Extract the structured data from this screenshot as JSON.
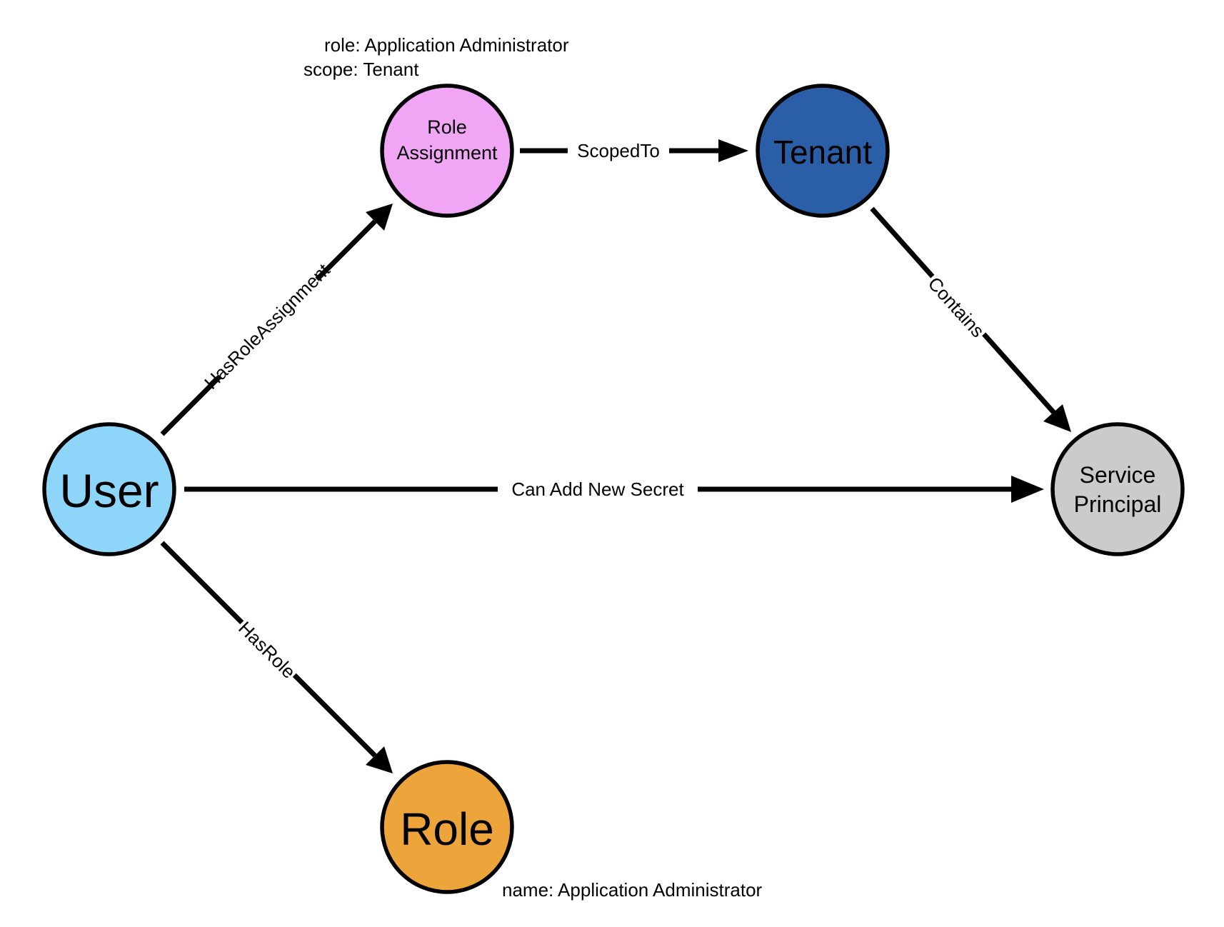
{
  "nodes": {
    "user": {
      "label": "User",
      "color": "#8dd6f9"
    },
    "role_assignment": {
      "label_line1": "Role",
      "label_line2": "Assignment",
      "color": "#f0a5f5",
      "properties": [
        "role: Application Administrator",
        "scope: Tenant"
      ]
    },
    "tenant": {
      "label": "Tenant",
      "color": "#2a5fa8",
      "text_color": "#ffffff"
    },
    "service_principal": {
      "label_line1": "Service",
      "label_line2": "Principal",
      "color": "#cbcbcb"
    },
    "role": {
      "label": "Role",
      "color": "#eda43a",
      "properties": [
        "name: Application Administrator"
      ]
    }
  },
  "edges": {
    "has_role_assignment": "HasRoleAssignment",
    "scoped_to": "ScopedTo",
    "contains": "Contains",
    "can_add_new_secret": "Can Add New Secret",
    "has_role": "HasRole"
  }
}
